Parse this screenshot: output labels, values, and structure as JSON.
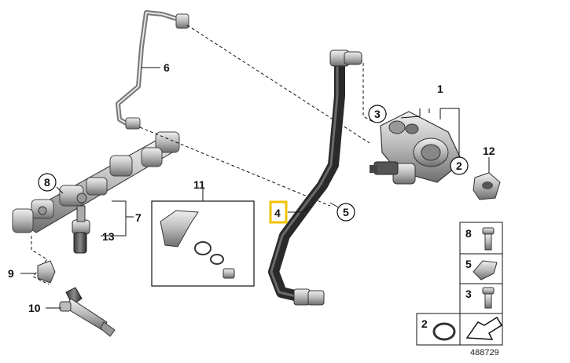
{
  "callouts": {
    "c1": "1",
    "c2a": "2",
    "c3a": "3",
    "c4": "4",
    "c5": "5",
    "c6": "6",
    "c7": "7",
    "c8": "8",
    "c9": "9",
    "c10": "10",
    "c11": "11",
    "c12": "12",
    "c13": "13"
  },
  "legend": {
    "items": [
      "8",
      "5",
      "3"
    ],
    "seal_ref": "2"
  },
  "image_id": "488729",
  "colors": {
    "highlight": "#f2c200",
    "ink": "#111111",
    "part": "#8a8a8a"
  }
}
